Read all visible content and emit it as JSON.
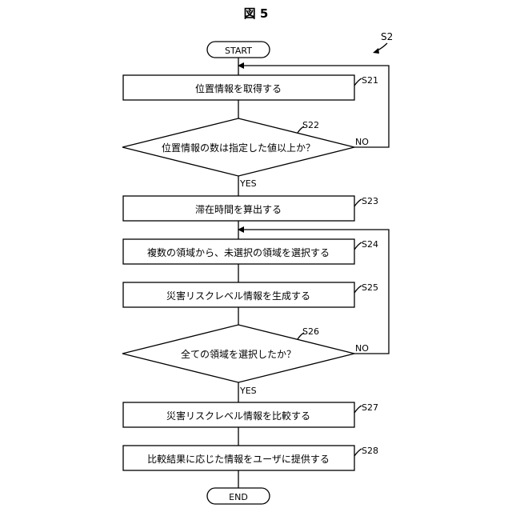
{
  "figure": {
    "title": "図 5",
    "ref": "S2"
  },
  "nodes": {
    "start": {
      "label": "START"
    },
    "s21": {
      "label": "位置情報を取得する",
      "step": "S21"
    },
    "s22": {
      "label": "位置情報の数は指定した値以上か？",
      "step": "S22"
    },
    "s23": {
      "label": "滞在時間を算出する",
      "step": "S23"
    },
    "s24": {
      "label": "複数の領域から、未選択の領域を選択する",
      "step": "S24"
    },
    "s25": {
      "label": "災害リスクレベル情報を生成する",
      "step": "S25"
    },
    "s26": {
      "label": "全ての領域を選択したか？",
      "step": "S26"
    },
    "s27": {
      "label": "災害リスクレベル情報を比較する",
      "step": "S27"
    },
    "s28": {
      "label": "比較結果に応じた情報をユーザに提供する",
      "step": "S28"
    },
    "end": {
      "label": "END"
    }
  },
  "branches": {
    "s22_yes": "YES",
    "s22_no": "NO",
    "s26_yes": "YES",
    "s26_no": "NO"
  }
}
